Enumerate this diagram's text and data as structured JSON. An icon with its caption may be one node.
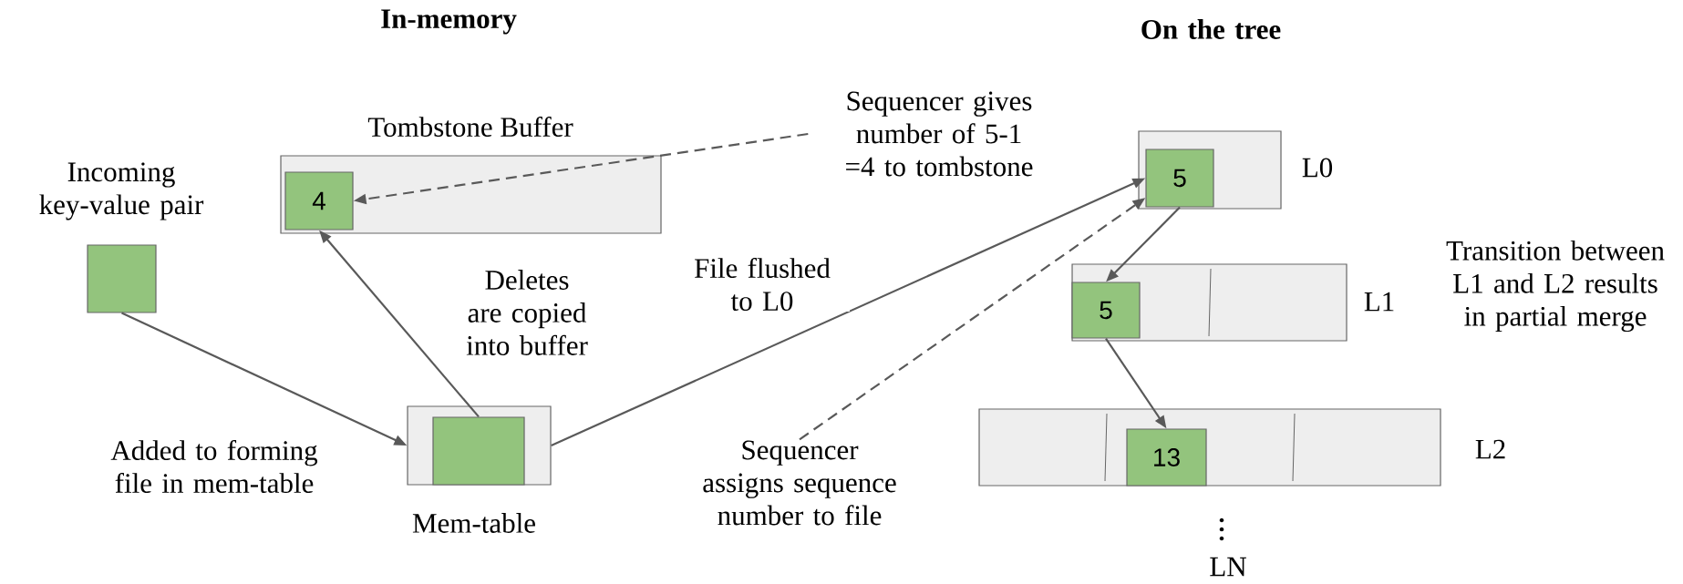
{
  "diagram": {
    "nodes": [
      {
        "text": [],
        "shape": "box",
        "beside": [
          "Incoming key-value pair"
        ]
      },
      {
        "text": [
          "Tombstone Buffer"
        ]
      },
      {
        "text": [
          "4"
        ],
        "in": 1
      },
      {
        "text": [
          "Mem-table"
        ]
      },
      {
        "text": [],
        "shape": "box",
        "in": 3
      },
      {
        "text": [
          "Sequencer gives number of 5-1 =4 to tombstone"
        ]
      },
      {
        "text": [
          "Sequencer assigns sequence number to file"
        ]
      },
      {
        "text": [],
        "shape": "box",
        "beside": [
          "L0"
        ]
      },
      {
        "text": [
          "5"
        ],
        "in": 7
      },
      {
        "text": [],
        "shape": "box",
        "beside": [
          "L1"
        ]
      },
      {
        "text": [
          "5"
        ],
        "in": 9
      },
      {
        "text": [],
        "shape": "box",
        "beside": [
          "L2"
        ]
      },
      {
        "text": [
          "13"
        ],
        "in": 11
      }
    ],
    "edges": [
      {
        "from": 0,
        "to": 3,
        "arrow": "to",
        "label": "Added to forming file in mem-table"
      },
      {
        "from": 4,
        "to": 2,
        "arrow": "to",
        "label": "Deletes are copied into buffer"
      },
      {
        "from": 3,
        "to": 8,
        "arrow": "to",
        "label": "File flushed to L0"
      },
      {
        "from": 5,
        "to": 2,
        "arrow": "to",
        "style": "dashed"
      },
      {
        "from": 6,
        "to": 8,
        "arrow": "to",
        "style": "dashed"
      },
      {
        "from": 8,
        "to": 10,
        "arrow": "to"
      },
      {
        "from": 10,
        "to": 12,
        "arrow": "to"
      }
    ],
    "labels": [
      "In-memory",
      "On the tree",
      "Transition between L1 and L2 results in partial merge",
      "LN"
    ]
  }
}
